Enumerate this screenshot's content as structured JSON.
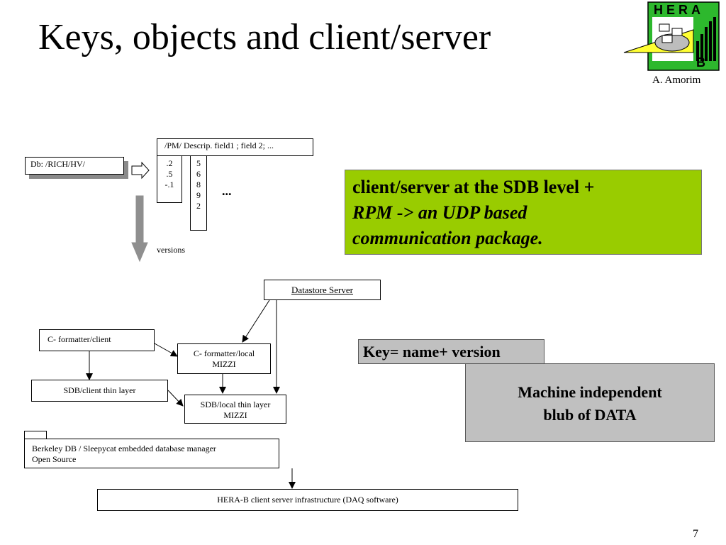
{
  "slide": {
    "title": "Keys, objects and client/server",
    "author": "A. Amorim",
    "page_number": "7",
    "logo": {
      "top_text": "HERA",
      "bottom_text": "B",
      "colors": {
        "green": "#2db82d",
        "yellow": "#ffff33",
        "black": "#000000"
      }
    }
  },
  "top_diagram": {
    "db_label": "Db: /RICH/HV/",
    "header_label": "/PM/ Descrip.  field1 ; field 2; ...",
    "col1_values": [
      ".2",
      ".5",
      "-.1"
    ],
    "col2_values": [
      "5",
      "6",
      "8",
      "9",
      "2"
    ],
    "ellipsis": "...",
    "versions_label": "versions"
  },
  "callouts": {
    "green": {
      "line1": "client/server at the SDB level +",
      "line2": "RPM -> an UDP based",
      "line3": "communication package.",
      "bg_color": "#99cc00"
    },
    "key": {
      "text": "Key= name+ version",
      "bg_color": "#c0c0c0"
    },
    "blob": {
      "line1": "Machine independent",
      "line2": "blub of DATA",
      "bg_color": "#c0c0c0"
    }
  },
  "architecture": {
    "datastore_server": "Datastore Server",
    "c_formatter_client": "C- formatter/client",
    "c_formatter_local_line1": "C- formatter/local",
    "c_formatter_local_line2": "MIZZI",
    "sdb_client": "SDB/client thin  layer",
    "sdb_local_line1": "SDB/local thin layer",
    "sdb_local_line2": "MIZZI",
    "berkeley_line1": "Berkeley DB / Sleepycat embedded database manager",
    "berkeley_line2": "Open Source",
    "infrastructure": "HERA-B client server infrastructure (DAQ software)"
  }
}
